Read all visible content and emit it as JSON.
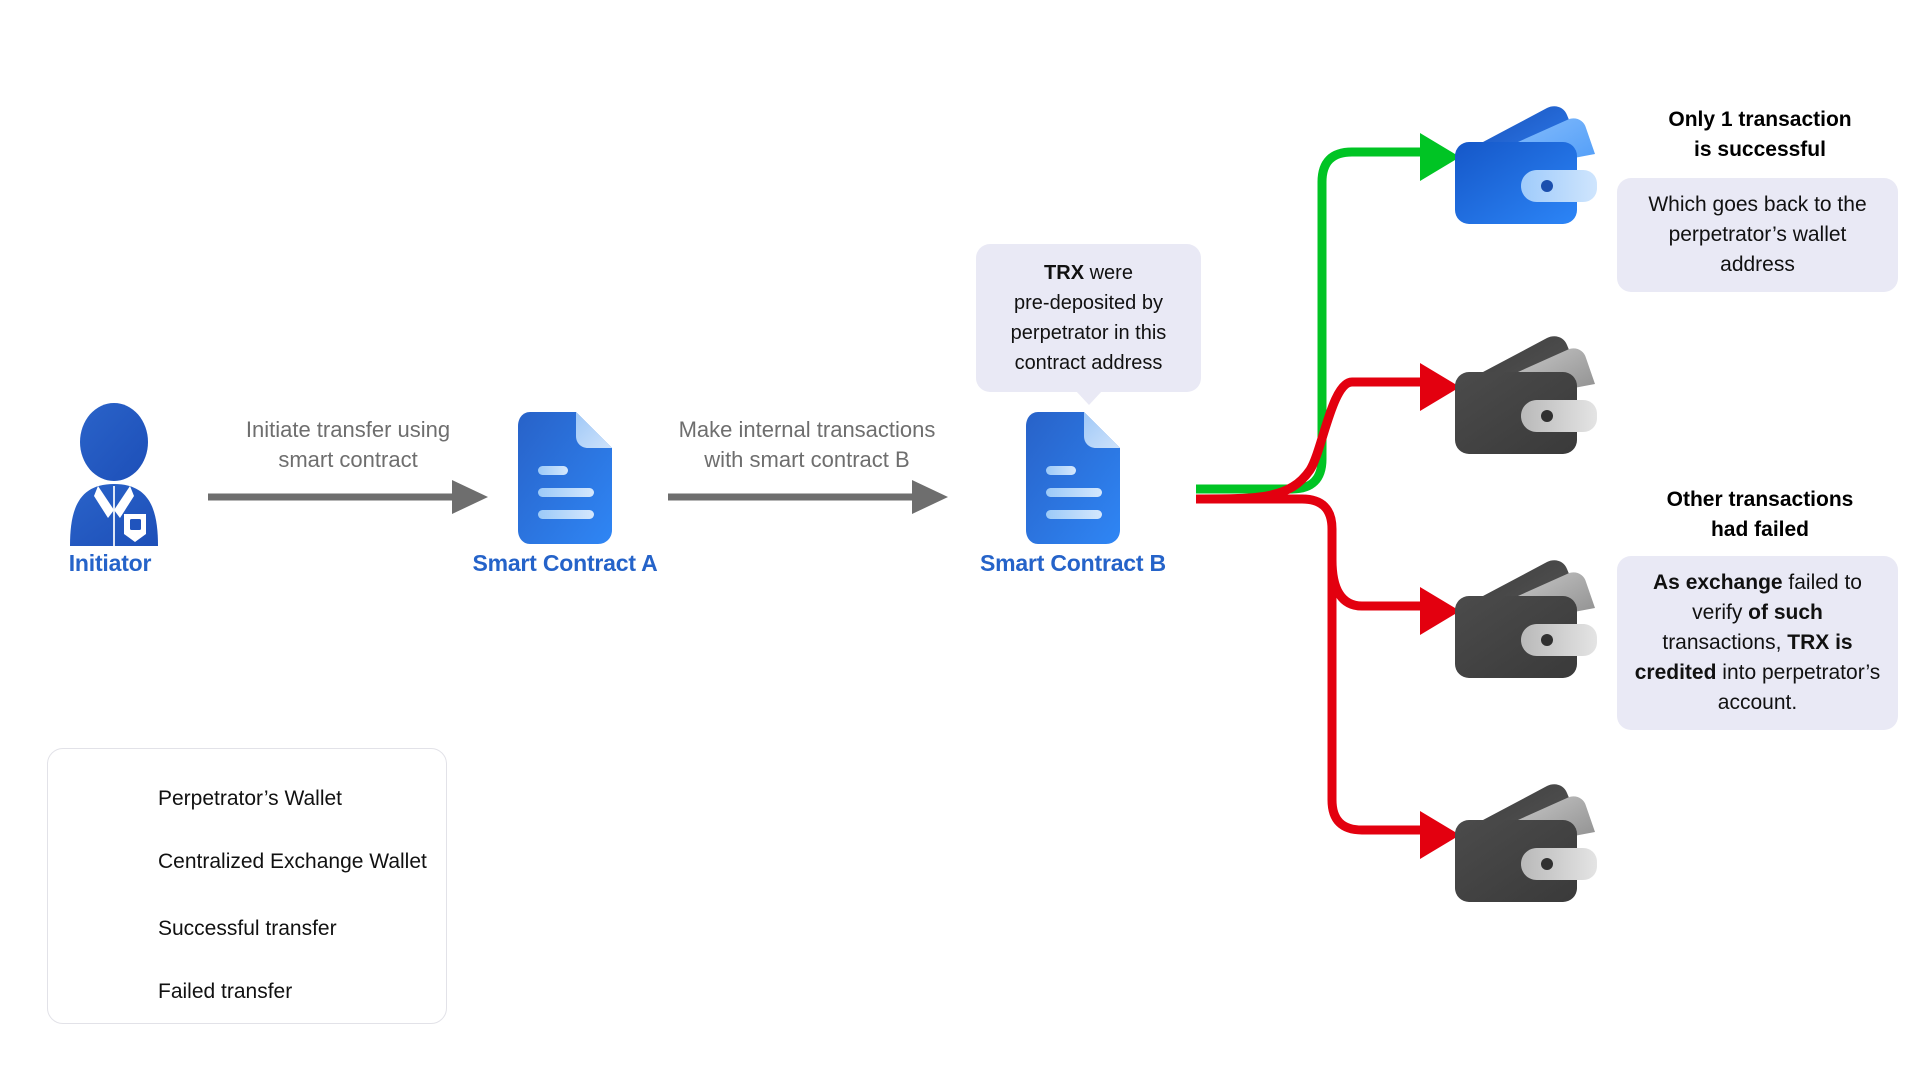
{
  "diagram": {
    "title": "TRX smart-contract fake-deposit flow",
    "colors": {
      "brand_blue": "#2563c9",
      "success_green": "#00c424",
      "failure_red": "#e3000f",
      "arrow_gray": "#6e6e6e",
      "callout_bg": "#e9e9f5",
      "wallet_blue": "#1769e0",
      "wallet_gray": "#4a4a4a"
    }
  },
  "nodes": {
    "initiator": {
      "label": "Initiator",
      "icon": "person-icon"
    },
    "contract_a": {
      "label": "Smart Contract A",
      "icon": "document-icon"
    },
    "contract_b": {
      "label": "Smart Contract B",
      "icon": "document-icon"
    }
  },
  "flow_captions": {
    "step1": "Initiate transfer using smart contract",
    "step1_line1": "Initiate transfer using",
    "step1_line2": "smart contract",
    "step2_line1": "Make internal transactions",
    "step2_line2": "with smart contract B"
  },
  "callout": {
    "line1_bold": "TRX",
    "line1_rest": " were",
    "line2": "pre-deposited by",
    "line3": "perpetrator in this",
    "line4": "contract address"
  },
  "annotations": {
    "success": {
      "title_line1": "Only 1 transaction",
      "title_line2": "is successful",
      "body_line1": "Which goes back to the",
      "body_line2": "perpetrator’s wallet",
      "body_line3": "address"
    },
    "failed": {
      "title_line1": "Other transactions",
      "title_line2": "had failed",
      "body_seg1_bold": "As exchange",
      "body_seg2": " failed to verify ",
      "body_seg3_bold": "of such",
      "body_seg4": " transactions, ",
      "body_seg5_bold": "TRX is credited",
      "body_seg6": " into perpetrator’s account."
    }
  },
  "wallets": [
    {
      "name": "perpetrator-wallet",
      "type": "blue",
      "transfer": "successful"
    },
    {
      "name": "exchange-wallet-1",
      "type": "gray",
      "transfer": "failed"
    },
    {
      "name": "exchange-wallet-2",
      "type": "gray",
      "transfer": "failed"
    },
    {
      "name": "exchange-wallet-3",
      "type": "gray",
      "transfer": "failed"
    }
  ],
  "legend": {
    "items": [
      {
        "icon": "wallet-blue-icon",
        "label": "Perpetrator’s Wallet"
      },
      {
        "icon": "wallet-gray-icon",
        "label": "Centralized Exchange Wallet"
      },
      {
        "icon": "green-arrow-icon",
        "label": "Successful transfer"
      },
      {
        "icon": "red-arrow-icon",
        "label": "Failed transfer"
      }
    ]
  }
}
